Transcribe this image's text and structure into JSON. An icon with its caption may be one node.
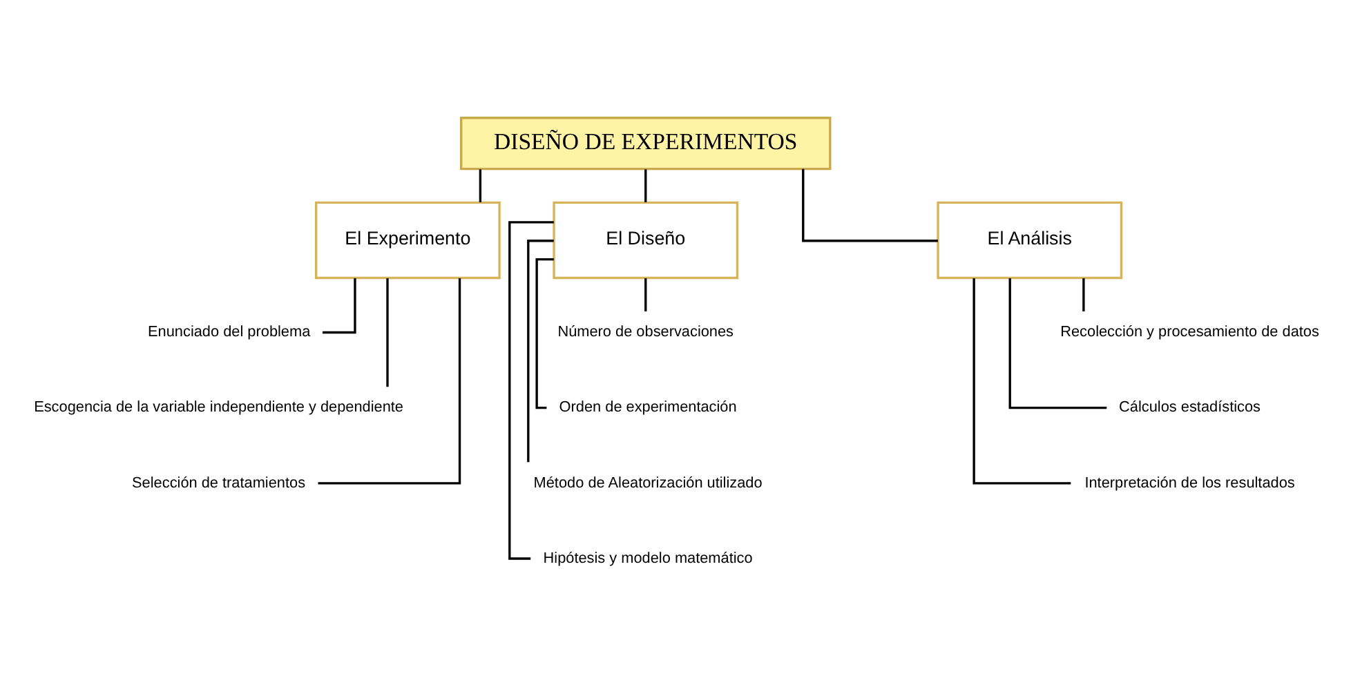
{
  "diagram": {
    "nodes": [
      {
        "text": [
          "DISEÑO DE EXPERIMENTOS"
        ]
      },
      {
        "text": [
          "El Experimento"
        ]
      },
      {
        "text": [
          "El Diseño"
        ]
      },
      {
        "text": [
          "El Análisis"
        ]
      },
      {
        "text": [
          "Enunciado del problema"
        ]
      },
      {
        "text": [
          "Escogencia de la variable independiente y dependiente"
        ]
      },
      {
        "text": [
          "Selección de tratamientos"
        ]
      },
      {
        "text": [
          "Número de observaciones"
        ]
      },
      {
        "text": [
          "Orden de experimentación"
        ]
      },
      {
        "text": [
          "Método de Aleatorización utilizado"
        ]
      },
      {
        "text": [
          "Hipótesis y modelo matemático"
        ]
      },
      {
        "text": [
          "Recolección y procesamiento de datos"
        ]
      },
      {
        "text": [
          "Cálculos estadísticos"
        ]
      },
      {
        "text": [
          "Interpretación de los resultados"
        ]
      }
    ],
    "edges": [
      {
        "from": 0,
        "to": 1,
        "arrow": "none"
      },
      {
        "from": 0,
        "to": 2,
        "arrow": "none"
      },
      {
        "from": 0,
        "to": 3,
        "arrow": "none"
      },
      {
        "from": 1,
        "to": 4,
        "arrow": "none"
      },
      {
        "from": 1,
        "to": 5,
        "arrow": "none"
      },
      {
        "from": 1,
        "to": 6,
        "arrow": "none"
      },
      {
        "from": 2,
        "to": 7,
        "arrow": "none"
      },
      {
        "from": 2,
        "to": 8,
        "arrow": "none"
      },
      {
        "from": 2,
        "to": 9,
        "arrow": "none"
      },
      {
        "from": 2,
        "to": 10,
        "arrow": "none"
      },
      {
        "from": 3,
        "to": 11,
        "arrow": "none"
      },
      {
        "from": 3,
        "to": 12,
        "arrow": "none"
      },
      {
        "from": 3,
        "to": 13,
        "arrow": "none"
      }
    ]
  }
}
